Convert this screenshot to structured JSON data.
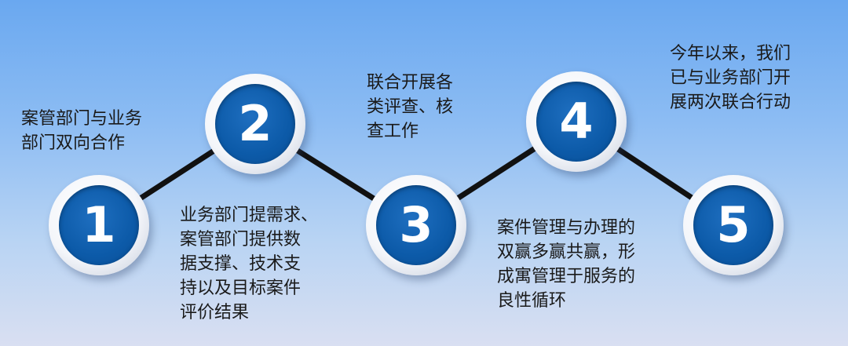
{
  "steps": [
    {
      "number": "1",
      "lines": [
        "案管部门与业务",
        "部门双向合作"
      ]
    },
    {
      "number": "2",
      "lines": [
        "业务部门提需求、",
        "案管部门提供数",
        "据支撑、技术支",
        "持以及目标案件",
        "评价结果"
      ]
    },
    {
      "number": "3",
      "lines": [
        "联合开展各",
        "类评查、核",
        "查工作"
      ]
    },
    {
      "number": "4",
      "lines": [
        "案件管理与办理的",
        "双赢多赢共赢，形",
        "成寓管理于服务的",
        "良性循环"
      ]
    },
    {
      "number": "5",
      "lines": [
        "今年以来，我们",
        "已与业务部门开",
        "展两次联合行动"
      ]
    }
  ],
  "colors": {
    "node_fill": "#0c5aa8",
    "connector": "#111111",
    "text": "#1a1a1a"
  }
}
